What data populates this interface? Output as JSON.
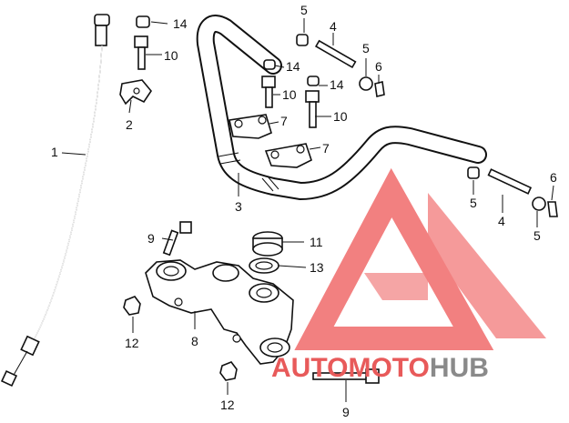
{
  "diagram": {
    "callouts": {
      "c1": "1",
      "c2": "2",
      "c3": "3",
      "c4a": "4",
      "c4b": "4",
      "c5a": "5",
      "c5b": "5",
      "c5c": "5",
      "c5d": "5",
      "c6a": "6",
      "c6b": "6",
      "c7a": "7",
      "c7b": "7",
      "c8": "8",
      "c9a": "9",
      "c9b": "9",
      "c10a": "10",
      "c10b": "10",
      "c10c": "10",
      "c11": "11",
      "c12a": "12",
      "c12b": "12",
      "c13": "13",
      "c14a": "14",
      "c14b": "14",
      "c14c": "14"
    },
    "watermark": {
      "word1": "AUTO",
      "word2": "MOTO",
      "word3": "HUB",
      "color_red": "#e85a5a",
      "color_gray": "#8a8a8a"
    }
  }
}
